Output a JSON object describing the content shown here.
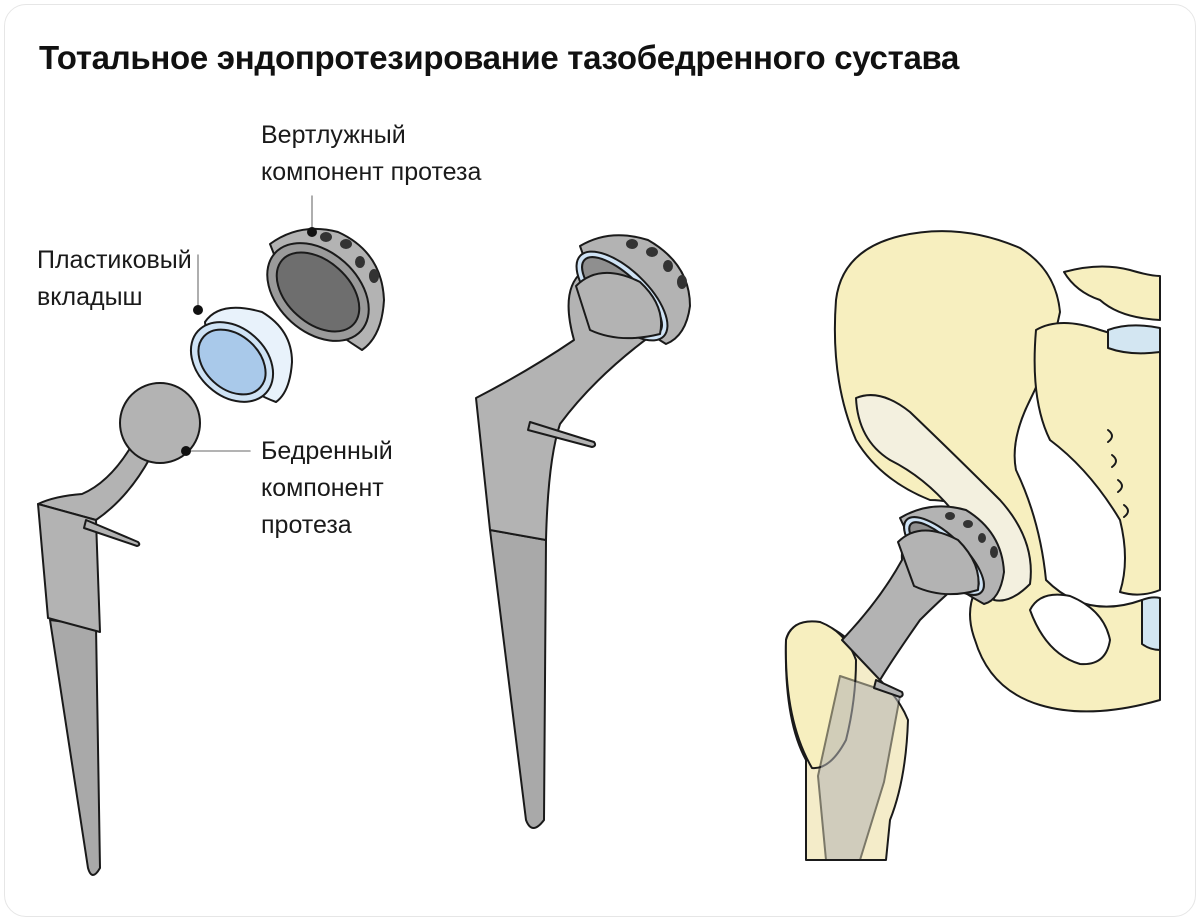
{
  "title": "Тотальное эндопротезирование тазобедренного сустава",
  "labels": {
    "acetabular": [
      "Вертлужный",
      "компонент протеза"
    ],
    "liner": [
      "Пластиковый",
      "вкладыш"
    ],
    "femoral": [
      "Бедренный",
      "компонент",
      "протеза"
    ]
  },
  "colors": {
    "metal": "#b3b3b3",
    "metal_dark": "#8f8f8f",
    "cup_inner": "#6e6e6e",
    "liner": "#cfe3f5",
    "liner_inner": "#a9c9ea",
    "bone": "#f7efbf",
    "bone_light": "#f3f0df",
    "cartilage": "#d3e6f2",
    "outline": "#1a1a1a"
  }
}
